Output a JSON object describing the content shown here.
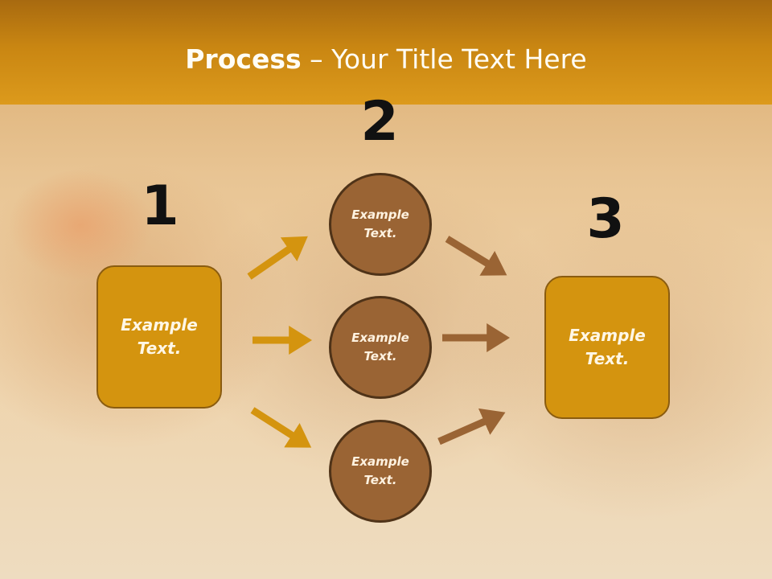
{
  "title": {
    "bold": "Process",
    "rest": " – Your Title Text Here"
  },
  "steps": [
    {
      "number": "1"
    },
    {
      "number": "2"
    },
    {
      "number": "3"
    }
  ],
  "left_box": {
    "label": "Example\nText."
  },
  "right_box": {
    "label": "Example\nText."
  },
  "circles": [
    {
      "label": "Example\nText."
    },
    {
      "label": "Example\nText."
    },
    {
      "label": "Example\nText."
    }
  ],
  "colors": {
    "title_bar": "#c98612",
    "box_fill": "#d4940f",
    "circle_fill": "#9a6434",
    "arrow_orange": "#d4940f",
    "arrow_brown": "#9a6434"
  }
}
